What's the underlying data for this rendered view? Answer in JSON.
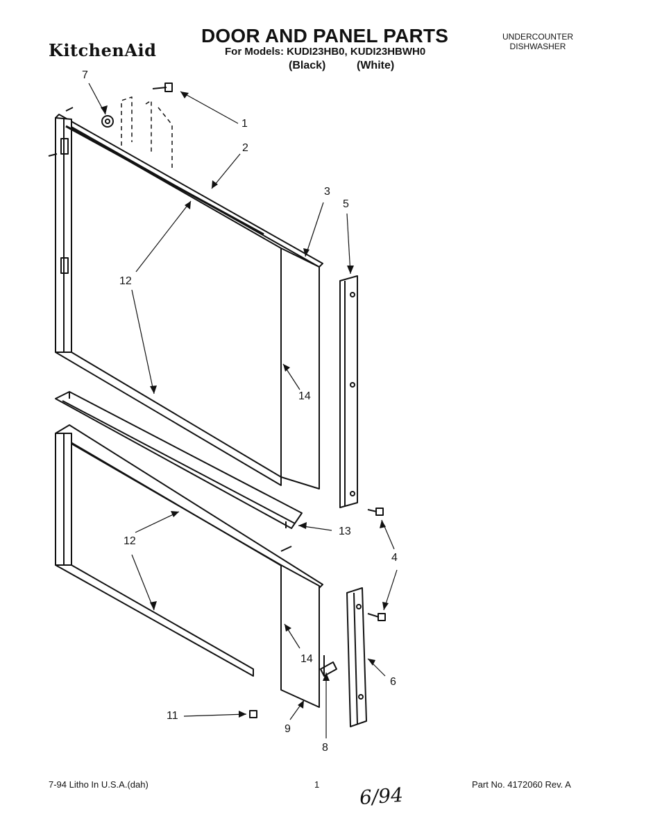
{
  "header": {
    "brand": "KitchenAid",
    "title": "DOOR AND PANEL PARTS",
    "models_line": "For Models: KUDI23HB0, KUDI23HBWH0",
    "variant_black": "(Black)",
    "variant_white": "(White)",
    "category_line1": "UNDERCOUNTER",
    "category_line2": "DISHWASHER"
  },
  "callouts": {
    "c1": "1",
    "c2": "2",
    "c3": "3",
    "c4": "4",
    "c5": "5",
    "c6": "6",
    "c7": "7",
    "c8": "8",
    "c9": "9",
    "c11": "11",
    "c12a": "12",
    "c12b": "12",
    "c13": "13",
    "c14a": "14",
    "c14b": "14"
  },
  "footer": {
    "left": "7-94 Litho In U.S.A.(dah)",
    "page": "1",
    "right": "Part No. 4172060 Rev. A",
    "handwritten": "6/94"
  }
}
